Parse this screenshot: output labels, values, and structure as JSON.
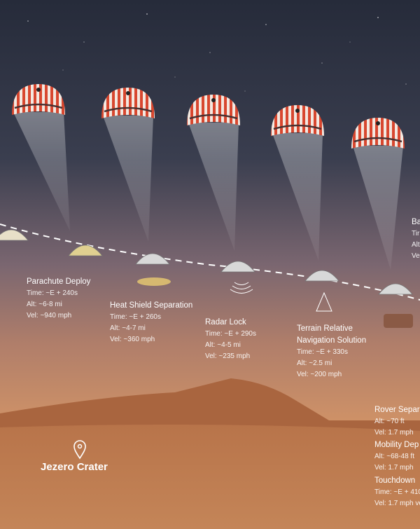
{
  "stages": [
    {
      "title": "Parachute Deploy",
      "lines": [
        "Time: ~E + 240s",
        "Alt: ~6-8 mi",
        "Vel: ~940 mph"
      ]
    },
    {
      "title": "Heat Shield Separation",
      "lines": [
        "Time: ~E + 260s",
        "Alt: ~4-7 mi",
        "Vel: ~360 mph"
      ]
    },
    {
      "title": "Radar Lock",
      "lines": [
        "Time: ~E + 290s",
        "Alt: ~4-5 mi",
        "Vel: ~235 mph"
      ]
    },
    {
      "title": "Terrain Relative",
      "title2": "Navigation Solution",
      "lines": [
        "Time: ~E + 330s",
        "Alt: ~2.5 mi",
        "Vel: ~200 mph"
      ]
    },
    {
      "title": "Ba",
      "lines": [
        "Tir",
        "Alt",
        "Vel"
      ]
    },
    {
      "title": "Rover Separ",
      "lines": [
        "Alt: ~70 ft",
        "Vel: 1.7 mph"
      ]
    },
    {
      "title": "Mobility Dep",
      "lines": [
        "Alt: ~68-48 ft",
        "Vel: 1.7 mph"
      ]
    },
    {
      "title": "Touchdown",
      "lines": [
        "Time: ~E + 410",
        "Vel: 1.7 mph ve"
      ]
    }
  ],
  "location": {
    "name": "Jezero Crater",
    "icon": "map-pin-icon"
  },
  "colors": {
    "sky_top": "#262b3a",
    "sky_bottom": "#c98b62",
    "ground": "#b8764a",
    "chute_red": "#d8472f"
  }
}
